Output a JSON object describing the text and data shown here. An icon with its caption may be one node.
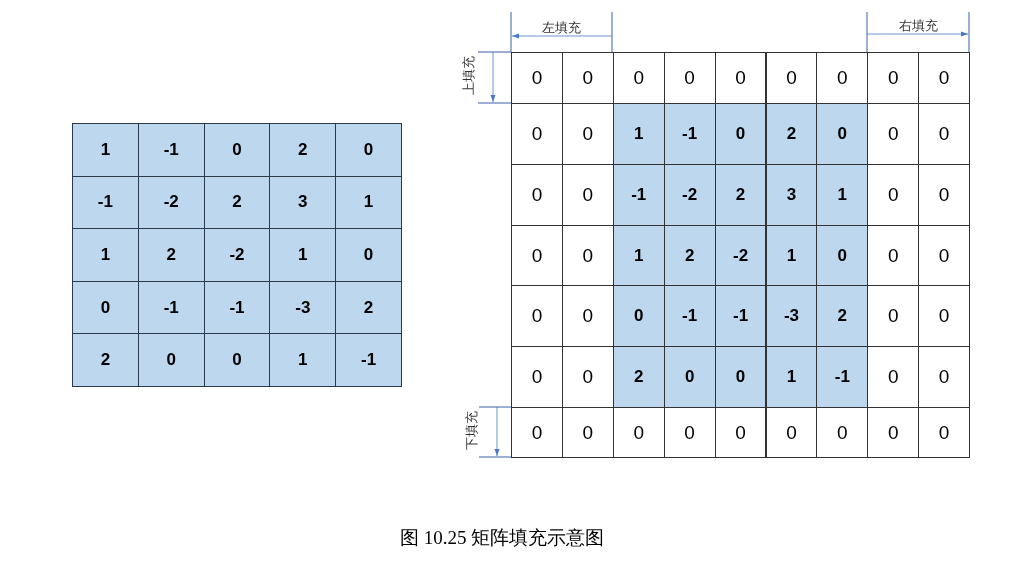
{
  "diagram": {
    "caption": "图 10.25 矩阵填充示意图",
    "labels": [
      "1",
      "-1",
      "0",
      "2",
      "0",
      "-1",
      "-2",
      "2",
      "3",
      "1",
      "1",
      "2",
      "-2",
      "1",
      "0",
      "0",
      "-1",
      "-1",
      "-3",
      "2",
      "2",
      "0",
      "0",
      "1",
      "-1",
      "左填充",
      "右填充",
      "上填充",
      "下填充",
      "0",
      "0",
      "0",
      "0",
      "0",
      "0",
      "0",
      "0",
      "0",
      "0",
      "0",
      "1",
      "-1",
      "0",
      "2",
      "0",
      "0",
      "0",
      "0",
      "0",
      "-1",
      "-2",
      "2",
      "3",
      "1",
      "0",
      "0",
      "0",
      "0",
      "1",
      "2",
      "-2",
      "1",
      "0",
      "0",
      "0",
      "0",
      "0",
      "0",
      "-1",
      "-1",
      "-3",
      "2",
      "0",
      "0",
      "0",
      "0",
      "2",
      "0",
      "0",
      "1",
      "-1",
      "0",
      "0",
      "0",
      "0",
      "0",
      "0",
      "0",
      "0",
      "0",
      "0",
      "0"
    ]
  }
}
